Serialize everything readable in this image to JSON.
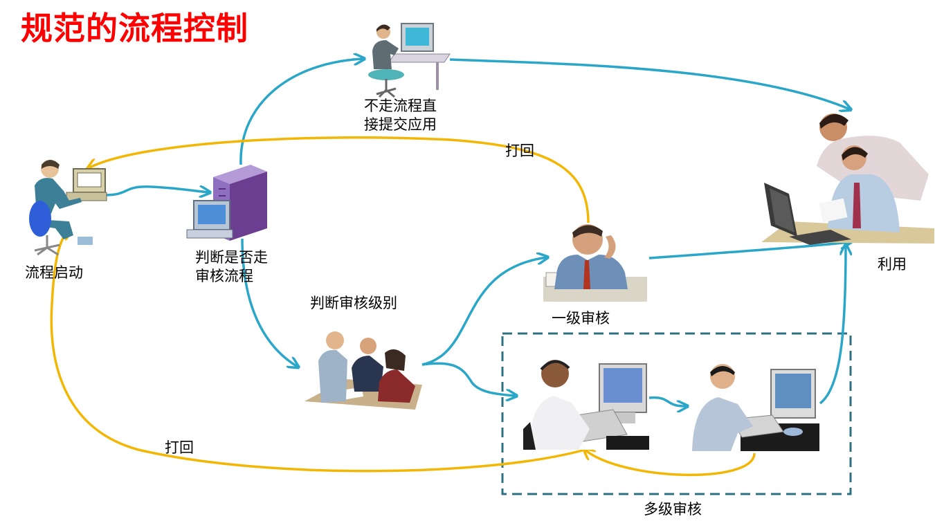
{
  "title": "规范的流程控制",
  "nodes": {
    "start": "流程启动",
    "judge_line1": "判断是否走",
    "judge_line2": "审核流程",
    "direct_line1": "不走流程直",
    "direct_line2": "接提交应用",
    "level_judge": "判断审核级别",
    "level1": "一级审核",
    "multi": "多级审核",
    "use": "利用"
  },
  "edge_labels": {
    "reject_top": "打回",
    "reject_bottom": "打回"
  },
  "colors": {
    "title": "#ff0000",
    "flow_arrow": "#2aa6c8",
    "reject_arrow": "#f2b705",
    "dashed_box": "#2e7080"
  },
  "icons": [
    "person-at-computer-icon",
    "server-computer-icon",
    "office-worker-icon",
    "meeting-group-icon",
    "thinking-man-icon",
    "headset-operator-icon",
    "typing-man-icon",
    "executives-laptop-icon"
  ]
}
